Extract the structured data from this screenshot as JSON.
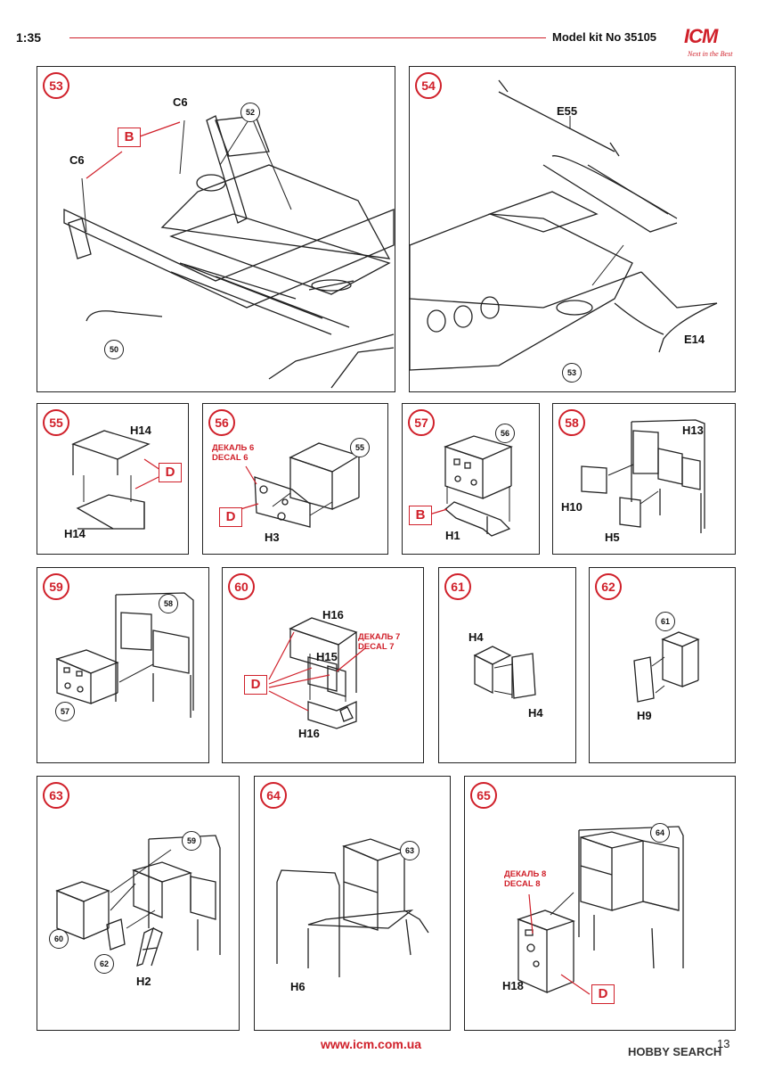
{
  "header": {
    "scale": "1:35",
    "kit_number": "Model kit No 35105",
    "brand": "ICM",
    "tagline": "Next in the Best"
  },
  "colors": {
    "accent": "#d0202a",
    "line": "#222222"
  },
  "steps": {
    "s53": {
      "number": "53",
      "refs": [
        "52",
        "50"
      ],
      "parts": [
        "C6",
        "C6"
      ],
      "glue": "B"
    },
    "s54": {
      "number": "54",
      "refs": [
        "53"
      ],
      "parts": [
        "E55",
        "E14"
      ]
    },
    "s55": {
      "number": "55",
      "parts": [
        "H14",
        "H14"
      ],
      "glue": "D"
    },
    "s56": {
      "number": "56",
      "refs": [
        "55"
      ],
      "parts": [
        "H3"
      ],
      "decal_ru": "ДЕКАЛЬ 6",
      "decal_en": "DECAL 6",
      "glue": "D"
    },
    "s57": {
      "number": "57",
      "refs": [
        "56"
      ],
      "parts": [
        "H1"
      ],
      "glue": "B"
    },
    "s58": {
      "number": "58",
      "parts": [
        "H13",
        "H10",
        "H5"
      ]
    },
    "s59": {
      "number": "59",
      "refs": [
        "58",
        "57"
      ]
    },
    "s60": {
      "number": "60",
      "parts": [
        "H16",
        "H15",
        "H16"
      ],
      "decal_ru": "ДЕКАЛЬ 7",
      "decal_en": "DECAL 7",
      "glue": "D"
    },
    "s61": {
      "number": "61",
      "parts": [
        "H4",
        "H4"
      ]
    },
    "s62": {
      "number": "62",
      "refs": [
        "61"
      ],
      "parts": [
        "H9"
      ]
    },
    "s63": {
      "number": "63",
      "refs": [
        "59",
        "60",
        "62"
      ],
      "parts": [
        "H2"
      ]
    },
    "s64": {
      "number": "64",
      "refs": [
        "63"
      ],
      "parts": [
        "H6"
      ]
    },
    "s65": {
      "number": "65",
      "refs": [
        "64"
      ],
      "parts": [
        "H18"
      ],
      "decal_ru": "ДЕКАЛЬ 8",
      "decal_en": "DECAL 8",
      "glue": "D"
    }
  },
  "footer": {
    "url": "www.icm.com.ua",
    "page": "13",
    "watermark": "HOBBY SEARCH"
  }
}
